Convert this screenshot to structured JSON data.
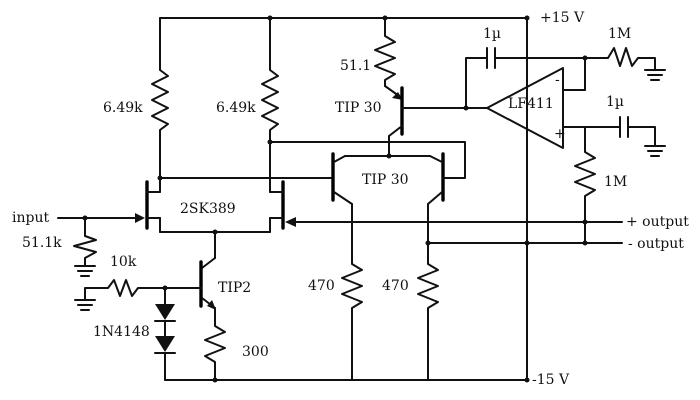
{
  "labels": {
    "vpos": "+15 V",
    "vneg": "-15 V",
    "input": "input",
    "out_pos": "+ output",
    "out_neg": "- output",
    "r_drain_left": "6.49k",
    "r_drain_right": "6.49k",
    "r_emitter_top": "51.1",
    "q_top": "TIP 30",
    "q_pair": "TIP 30",
    "opamp": "LF411",
    "opamp_minus": "-",
    "opamp_plus": "+",
    "c_feedback": "1µ",
    "r_feedback": "1M",
    "c_input": "1µ",
    "r_bias": "1M",
    "jfet_pair": "2SK389",
    "r_input": "51.1k",
    "r_base": "10k",
    "q_source": "TIP2",
    "diodes": "1N4148",
    "r_source": "300",
    "r_load_left": "470",
    "r_load_right": "470"
  }
}
